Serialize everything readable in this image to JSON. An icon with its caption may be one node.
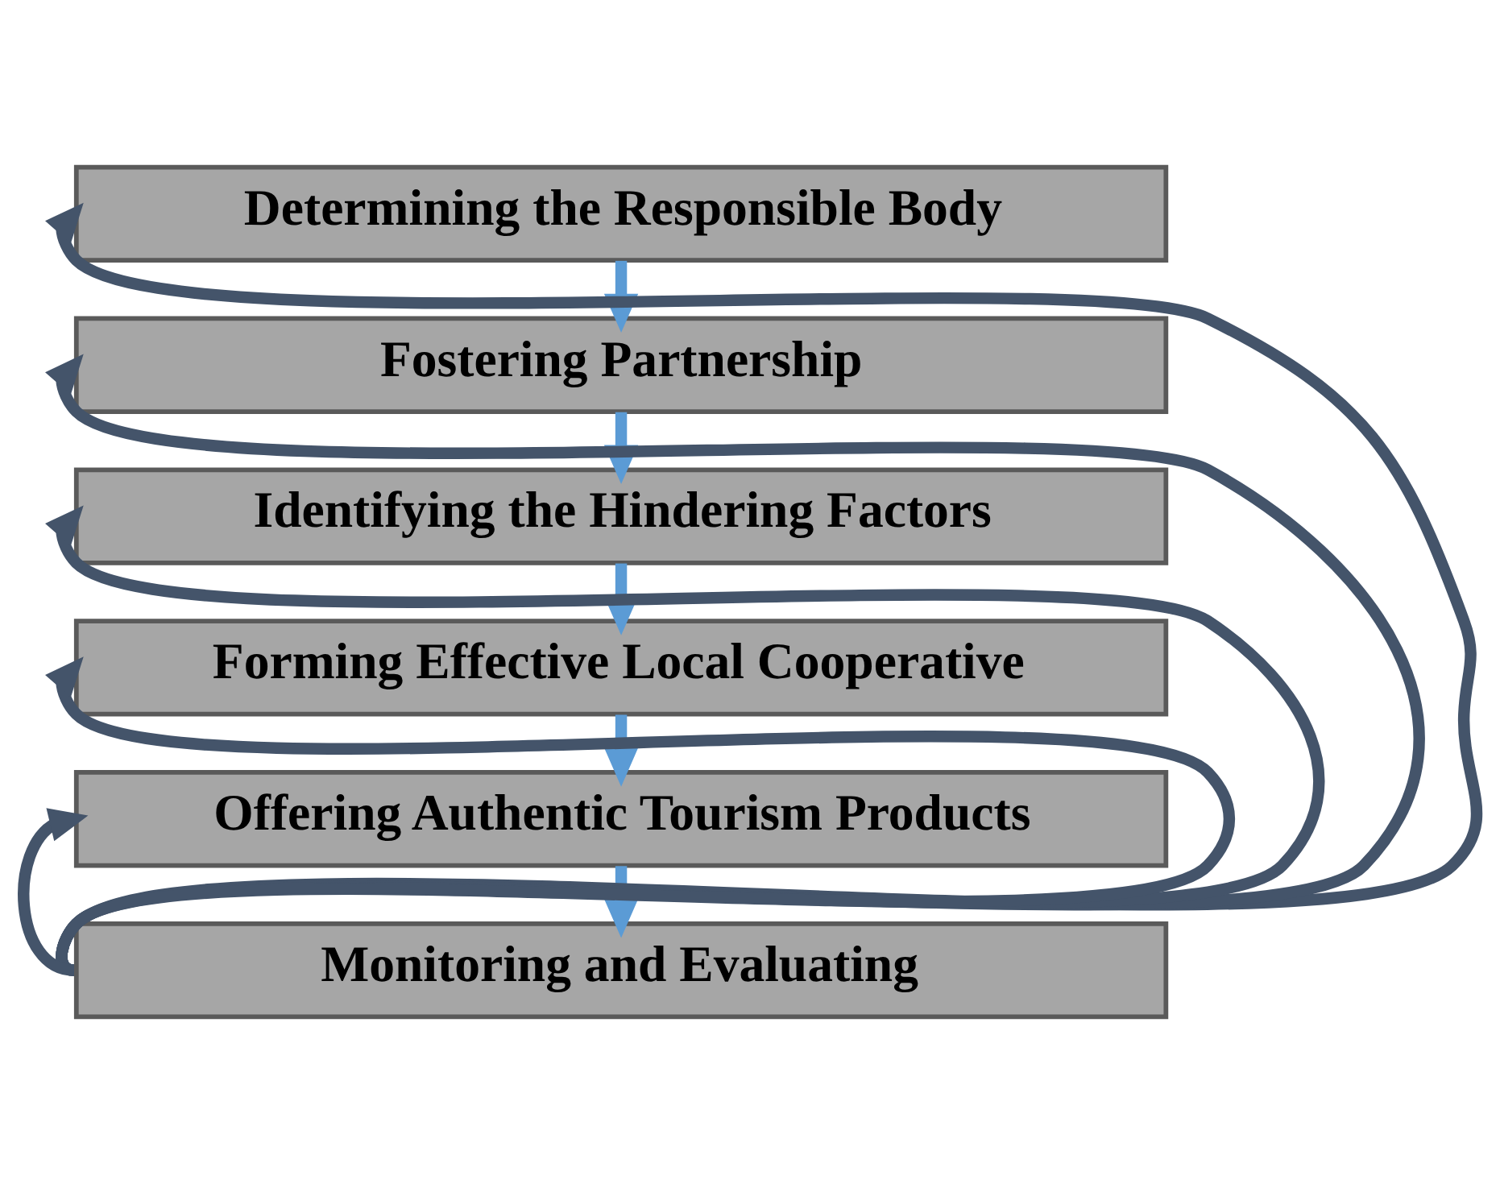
{
  "diagram": {
    "nodes": [
      {
        "text": [
          "Determining the Responsible Body"
        ]
      },
      {
        "text": [
          "Fostering Partnership"
        ]
      },
      {
        "text": [
          "Identifying the Hindering Factors"
        ]
      },
      {
        "text": [
          "Forming Effective Local Cooperative"
        ]
      },
      {
        "text": [
          "Offering Authentic Tourism Products"
        ]
      },
      {
        "text": [
          "Monitoring and Evaluating"
        ]
      }
    ],
    "edges": [
      {
        "from": 0,
        "to": 1,
        "arrow": "to",
        "color": "#5b9bd5"
      },
      {
        "from": 1,
        "to": 2,
        "arrow": "to",
        "color": "#5b9bd5"
      },
      {
        "from": 2,
        "to": 3,
        "arrow": "to",
        "color": "#5b9bd5"
      },
      {
        "from": 3,
        "to": 4,
        "arrow": "to",
        "color": "#5b9bd5"
      },
      {
        "from": 4,
        "to": 5,
        "arrow": "to",
        "color": "#5b9bd5"
      },
      {
        "from": 5,
        "to": 0,
        "arrow": "to",
        "color": "#44546a"
      },
      {
        "from": 5,
        "to": 1,
        "arrow": "to",
        "color": "#44546a"
      },
      {
        "from": 5,
        "to": 2,
        "arrow": "to",
        "color": "#44546a"
      },
      {
        "from": 5,
        "to": 3,
        "arrow": "to",
        "color": "#44546a"
      },
      {
        "from": 5,
        "to": 4,
        "arrow": "to",
        "color": "#44546a"
      }
    ]
  }
}
